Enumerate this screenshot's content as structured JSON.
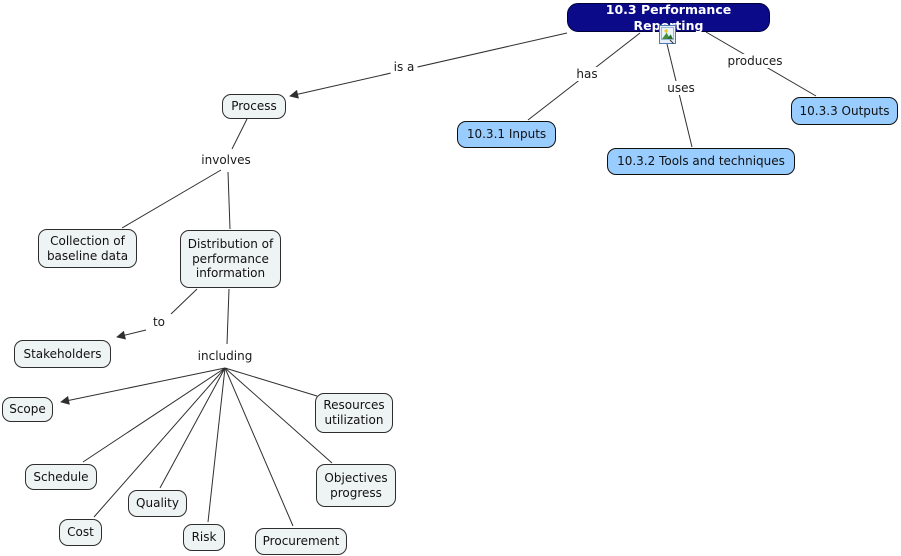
{
  "map_title": "10.3 Performance Reporting",
  "nodes": {
    "title": {
      "label": "10.3 Performance Reporting"
    },
    "process": {
      "label": "Process"
    },
    "inputs": {
      "label": "10.3.1 Inputs"
    },
    "tools": {
      "label": "10.3.2 Tools and techniques"
    },
    "outputs": {
      "label": "10.3.3 Outputs"
    },
    "collection": {
      "label": "Collection of\nbaseline data"
    },
    "distribution": {
      "label": "Distribution of\nperformance\ninformation"
    },
    "stakeholders": {
      "label": "Stakeholders"
    },
    "scope": {
      "label": "Scope"
    },
    "schedule": {
      "label": "Schedule"
    },
    "quality": {
      "label": "Quality"
    },
    "cost": {
      "label": "Cost"
    },
    "risk": {
      "label": "Risk"
    },
    "procurement": {
      "label": "Procurement"
    },
    "objectives": {
      "label": "Objectives\nprogress"
    },
    "resources": {
      "label": "Resources\nutilization"
    }
  },
  "links": {
    "is_a": "is a",
    "has": "has",
    "uses": "uses",
    "produces": "produces",
    "involves": "involves",
    "to": "to",
    "including": "including"
  },
  "icons": {
    "resource": "image-attachment-icon"
  },
  "colors": {
    "main_concept_fill": "#0b0b8a",
    "sub_concept_fill": "#99ccff",
    "default_concept_fill": "#eef4f3",
    "line": "#2f2f2f",
    "text": "#111111",
    "title_text": "#ffffff",
    "background": "#ffffff"
  }
}
